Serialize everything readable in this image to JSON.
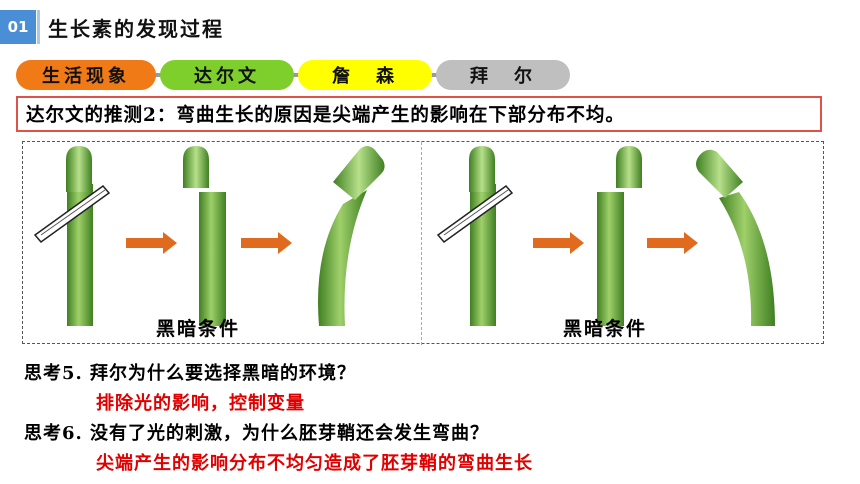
{
  "header": {
    "section_number": "01",
    "title": "生长素的发现过程"
  },
  "nav": {
    "steps": [
      {
        "label": "生活现象",
        "color": "#f07a16"
      },
      {
        "label": "达尔文",
        "color": "#7ecf2c"
      },
      {
        "label": "詹　森",
        "color": "#ffff00"
      },
      {
        "label": "拜　尔",
        "color": "#bfbfbf"
      }
    ]
  },
  "hypothesis": {
    "text": "达尔文的推测2：弯曲生长的原因是尖端产生的影响在下部分布不均。"
  },
  "figure": {
    "left_label": "黑暗条件",
    "right_label": "黑暗条件",
    "colors": {
      "stem": "#4f9a2a",
      "tip": "#5aa43a",
      "arrow": "#e06b1e"
    }
  },
  "questions": [
    {
      "question": "思考5. 拜尔为什么要选择黑暗的环境？",
      "answer": "排除光的影响，控制变量"
    },
    {
      "question": "思考6. 没有了光的刺激，为什么胚芽鞘还会发生弯曲？",
      "answer": "尖端产生的影响分布不均匀造成了胚芽鞘的弯曲生长"
    }
  ]
}
